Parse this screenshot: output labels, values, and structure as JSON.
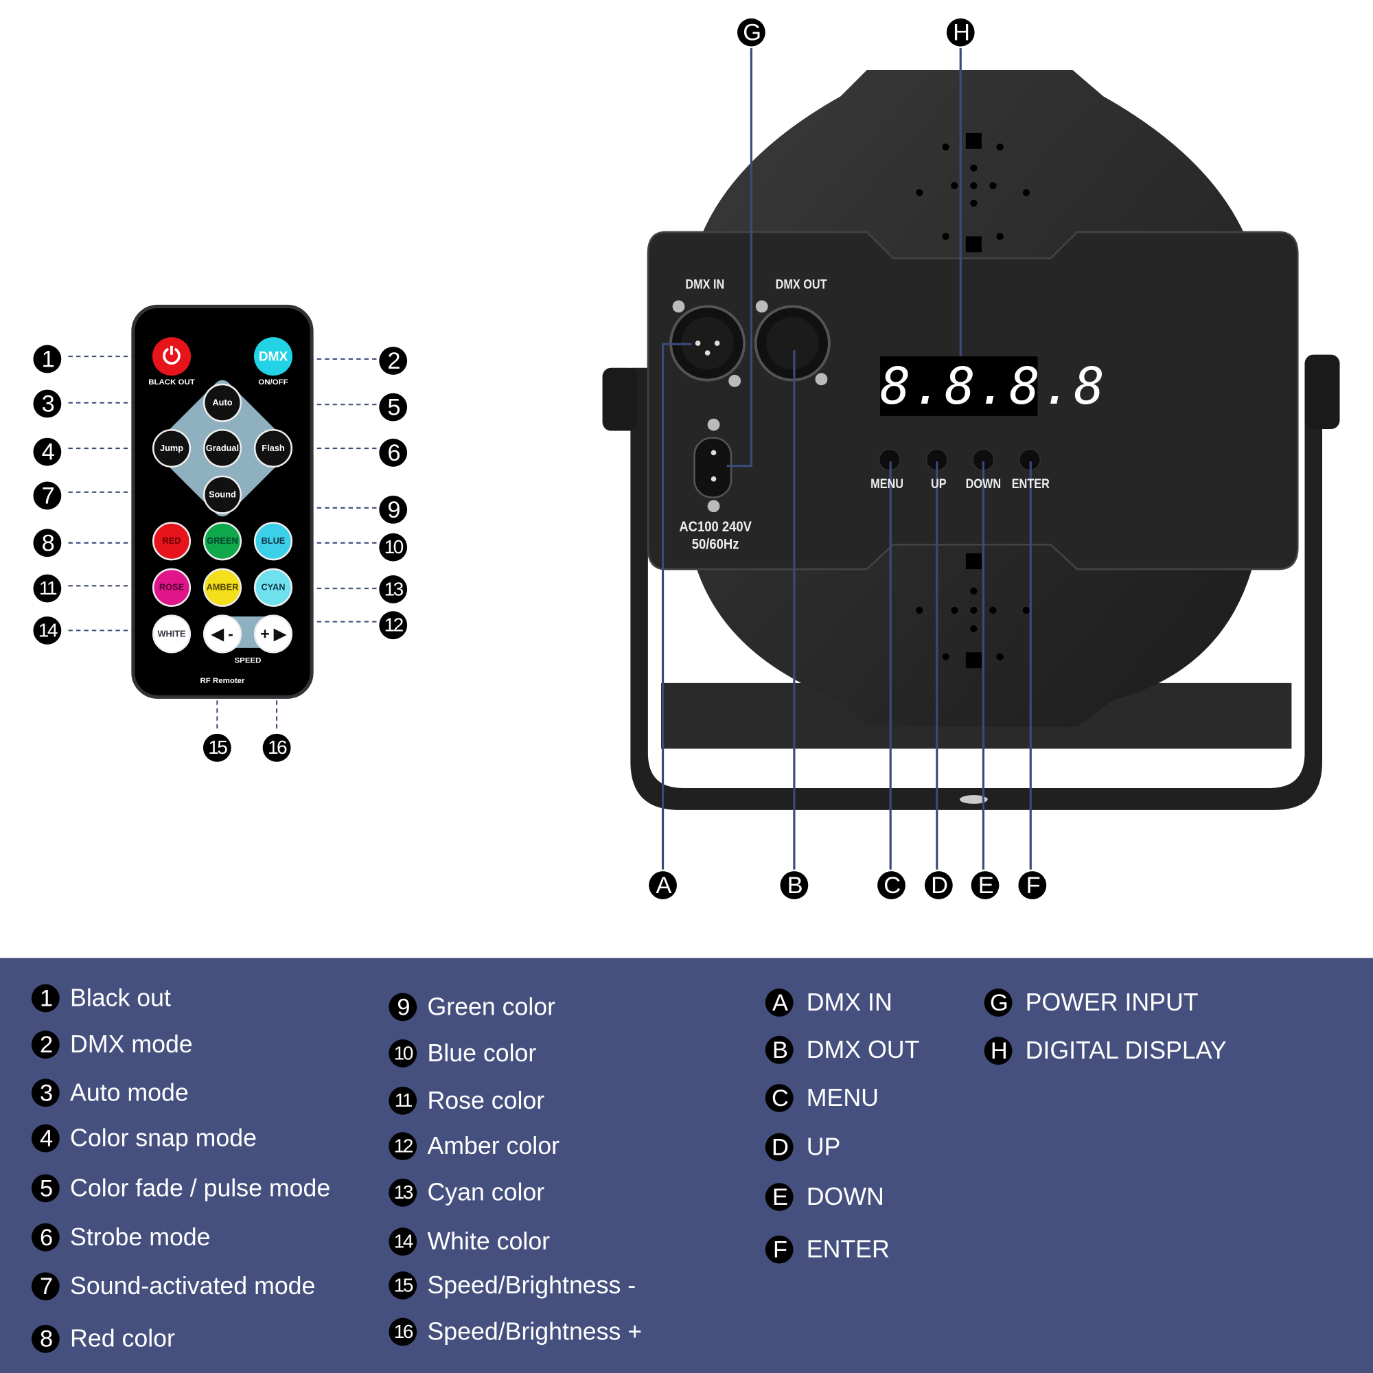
{
  "remote": {
    "blackout_label": "BLACK OUT",
    "dmx_button": "DMX",
    "dmx_label": "ON/OFF",
    "buttons": [
      "Auto",
      "Jump",
      "Gradual",
      "Flash",
      "Sound",
      "RED",
      "GREEN",
      "BLUE",
      "ROSE",
      "AMBER",
      "CYAN",
      "WHITE",
      "◀ -",
      "+ ▶"
    ],
    "speed_label": "SPEED",
    "model_label": "RF Remoter",
    "icons": {
      "power": "power-icon"
    }
  },
  "device": {
    "dmx_in": "DMX   IN",
    "dmx_out": "DMX  OUT",
    "power_spec_line1": "AC100  240V",
    "power_spec_line2": "50/60Hz",
    "display": "8.8.8.8",
    "buttons": [
      "MENU",
      "UP",
      "DOWN",
      "ENTER"
    ]
  },
  "callouts": {
    "numbers": [
      "1",
      "2",
      "3",
      "4",
      "5",
      "6",
      "7",
      "8",
      "9",
      "10",
      "11",
      "12",
      "13",
      "14",
      "15",
      "16"
    ],
    "letters": [
      "A",
      "B",
      "C",
      "D",
      "E",
      "F",
      "G",
      "H"
    ]
  },
  "legend": {
    "numbered": [
      {
        "n": "1",
        "text": "Black out"
      },
      {
        "n": "2",
        "text": "DMX mode"
      },
      {
        "n": "3",
        "text": "Auto mode"
      },
      {
        "n": "4",
        "text": "Color snap mode"
      },
      {
        "n": "5",
        "text": "Color fade / pulse mode"
      },
      {
        "n": "6",
        "text": "Strobe mode"
      },
      {
        "n": "7",
        "text": "Sound-activated mode"
      },
      {
        "n": "8",
        "text": "Red color"
      },
      {
        "n": "9",
        "text": "Green color"
      },
      {
        "n": "10",
        "text": "Blue color"
      },
      {
        "n": "11",
        "text": "Rose color"
      },
      {
        "n": "12",
        "text": "Amber color"
      },
      {
        "n": "13",
        "text": "Cyan color"
      },
      {
        "n": "14",
        "text": "White color"
      },
      {
        "n": "15",
        "text": "Speed/Brightness -"
      },
      {
        "n": "16",
        "text": "Speed/Brightness +"
      }
    ],
    "lettered": [
      {
        "n": "A",
        "text": "DMX IN"
      },
      {
        "n": "B",
        "text": "DMX OUT"
      },
      {
        "n": "C",
        "text": "MENU"
      },
      {
        "n": "D",
        "text": "UP"
      },
      {
        "n": "E",
        "text": "DOWN"
      },
      {
        "n": "F",
        "text": "ENTER"
      },
      {
        "n": "G",
        "text": "POWER INPUT"
      },
      {
        "n": "H",
        "text": "DIGITAL DISPLAY"
      }
    ]
  },
  "colors": {
    "legend_bg": "#45507f",
    "line": "#3c4a7a",
    "red": "#e8141c",
    "cyan": "#22d3e6",
    "green": "#0fa84a",
    "blue": "#3ccfe8",
    "rose": "#e0158a",
    "amber": "#f3e01a"
  }
}
